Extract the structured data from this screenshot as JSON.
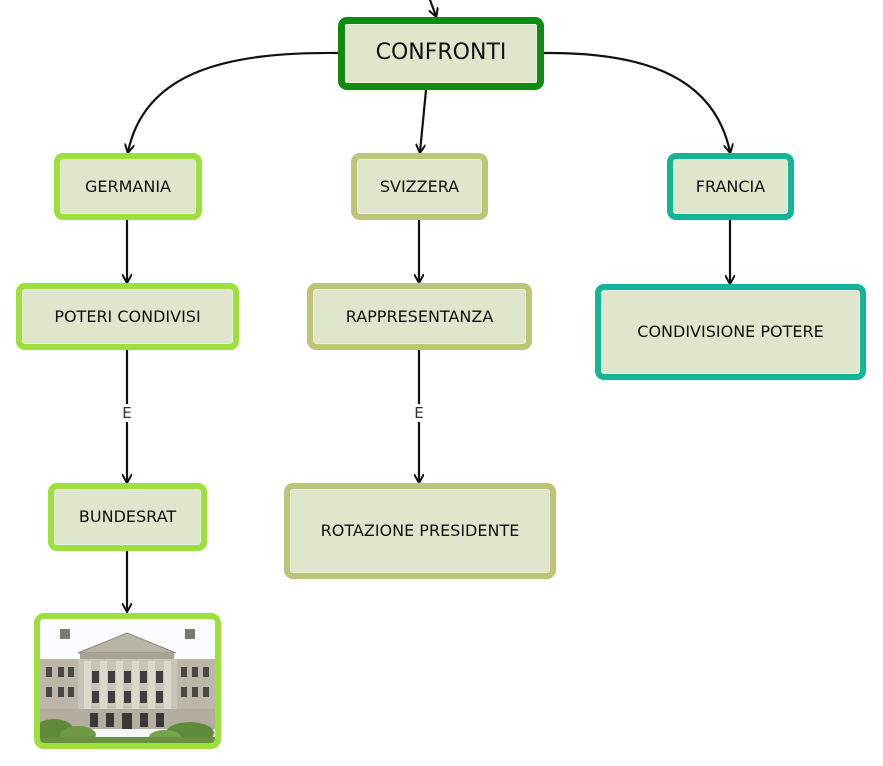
{
  "nodes": {
    "confronti": "CONFRONTI",
    "germania": "GERMANIA",
    "svizzera": "SVIZZERA",
    "francia": "FRANCIA",
    "poteri_condivisi": "POTERI CONDIVISI",
    "rappresentanza": "RAPPRESENTANZA",
    "condivisione_potere": "CONDIVISIONE POTERE",
    "bundesrat": "BUNDESRAT",
    "rotazione_presidente": "ROTAZIONE PRESIDENTE"
  },
  "edge_labels": {
    "germania_e": "E",
    "svizzera_e": "E"
  },
  "colors": {
    "dark_green": "#0f8a12",
    "lime": "#9be03c",
    "olive": "#bcc676",
    "teal": "#12b597",
    "node_fill": "#dfe6cc"
  },
  "image": {
    "subject": "bundesrat-building-photo"
  }
}
